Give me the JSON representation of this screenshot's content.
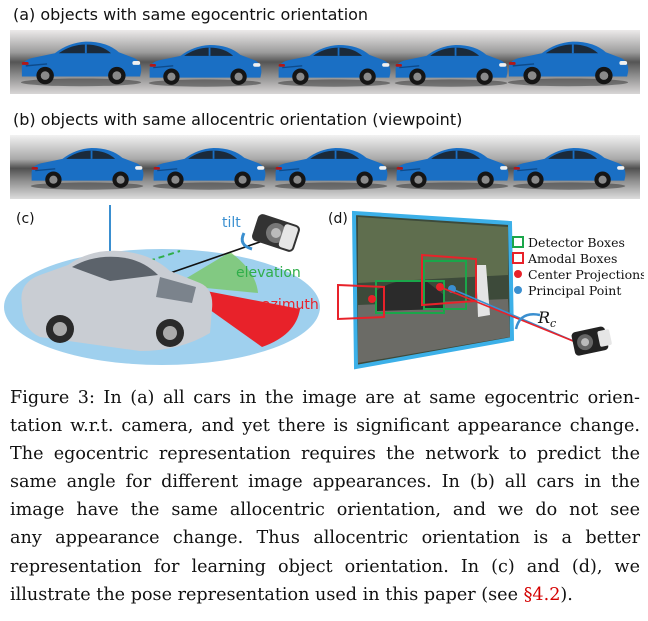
{
  "panel_a": {
    "title": "(a) objects with same egocentric orientation"
  },
  "panel_b": {
    "title": "(b) objects with same allocentric orientation (viewpoint)"
  },
  "panel_c": {
    "label": "(c)",
    "tilt": "tilt",
    "elevation": "elevation",
    "azimuth": "azimuth"
  },
  "panel_d": {
    "label": "(d)",
    "rc": "R",
    "rc_sub": "c",
    "legend": [
      {
        "text": "Detector Boxes",
        "color": "#1aa64a"
      },
      {
        "text": "Amodal Boxes",
        "color": "#e8222a"
      },
      {
        "text": "Center Projections",
        "color": "#e8222a"
      },
      {
        "text": "Principal Point",
        "color": "#3a8fd0"
      }
    ]
  },
  "caption": {
    "line1": "Figure 3: In (a) all cars in the image are at same egocentric orien-",
    "line2": "tation w.r.t. camera, and yet there is significant appearance change.",
    "line3": "The egocentric representation requires the network to predict the",
    "line4": "same angle for different image appearances. In (b) all cars in the",
    "line5": "image have the same allocentric orientation, and we do not see",
    "line6": "any appearance change.  Thus allocentric orientation is a better",
    "line7": "representation for learning object orientation. In (c) and (d), we",
    "line8_pre": "illustrate the pose representation used in this paper (see ",
    "line8_ref": "§4.2",
    "line8_post": ")."
  },
  "colors": {
    "car_blue": "#1a6fc4",
    "ground_blue": "#9fd0ee",
    "elevation_green": "#2fae4a",
    "azimuth_red": "#e8222a",
    "frame_blue": "#3cb0e8"
  }
}
